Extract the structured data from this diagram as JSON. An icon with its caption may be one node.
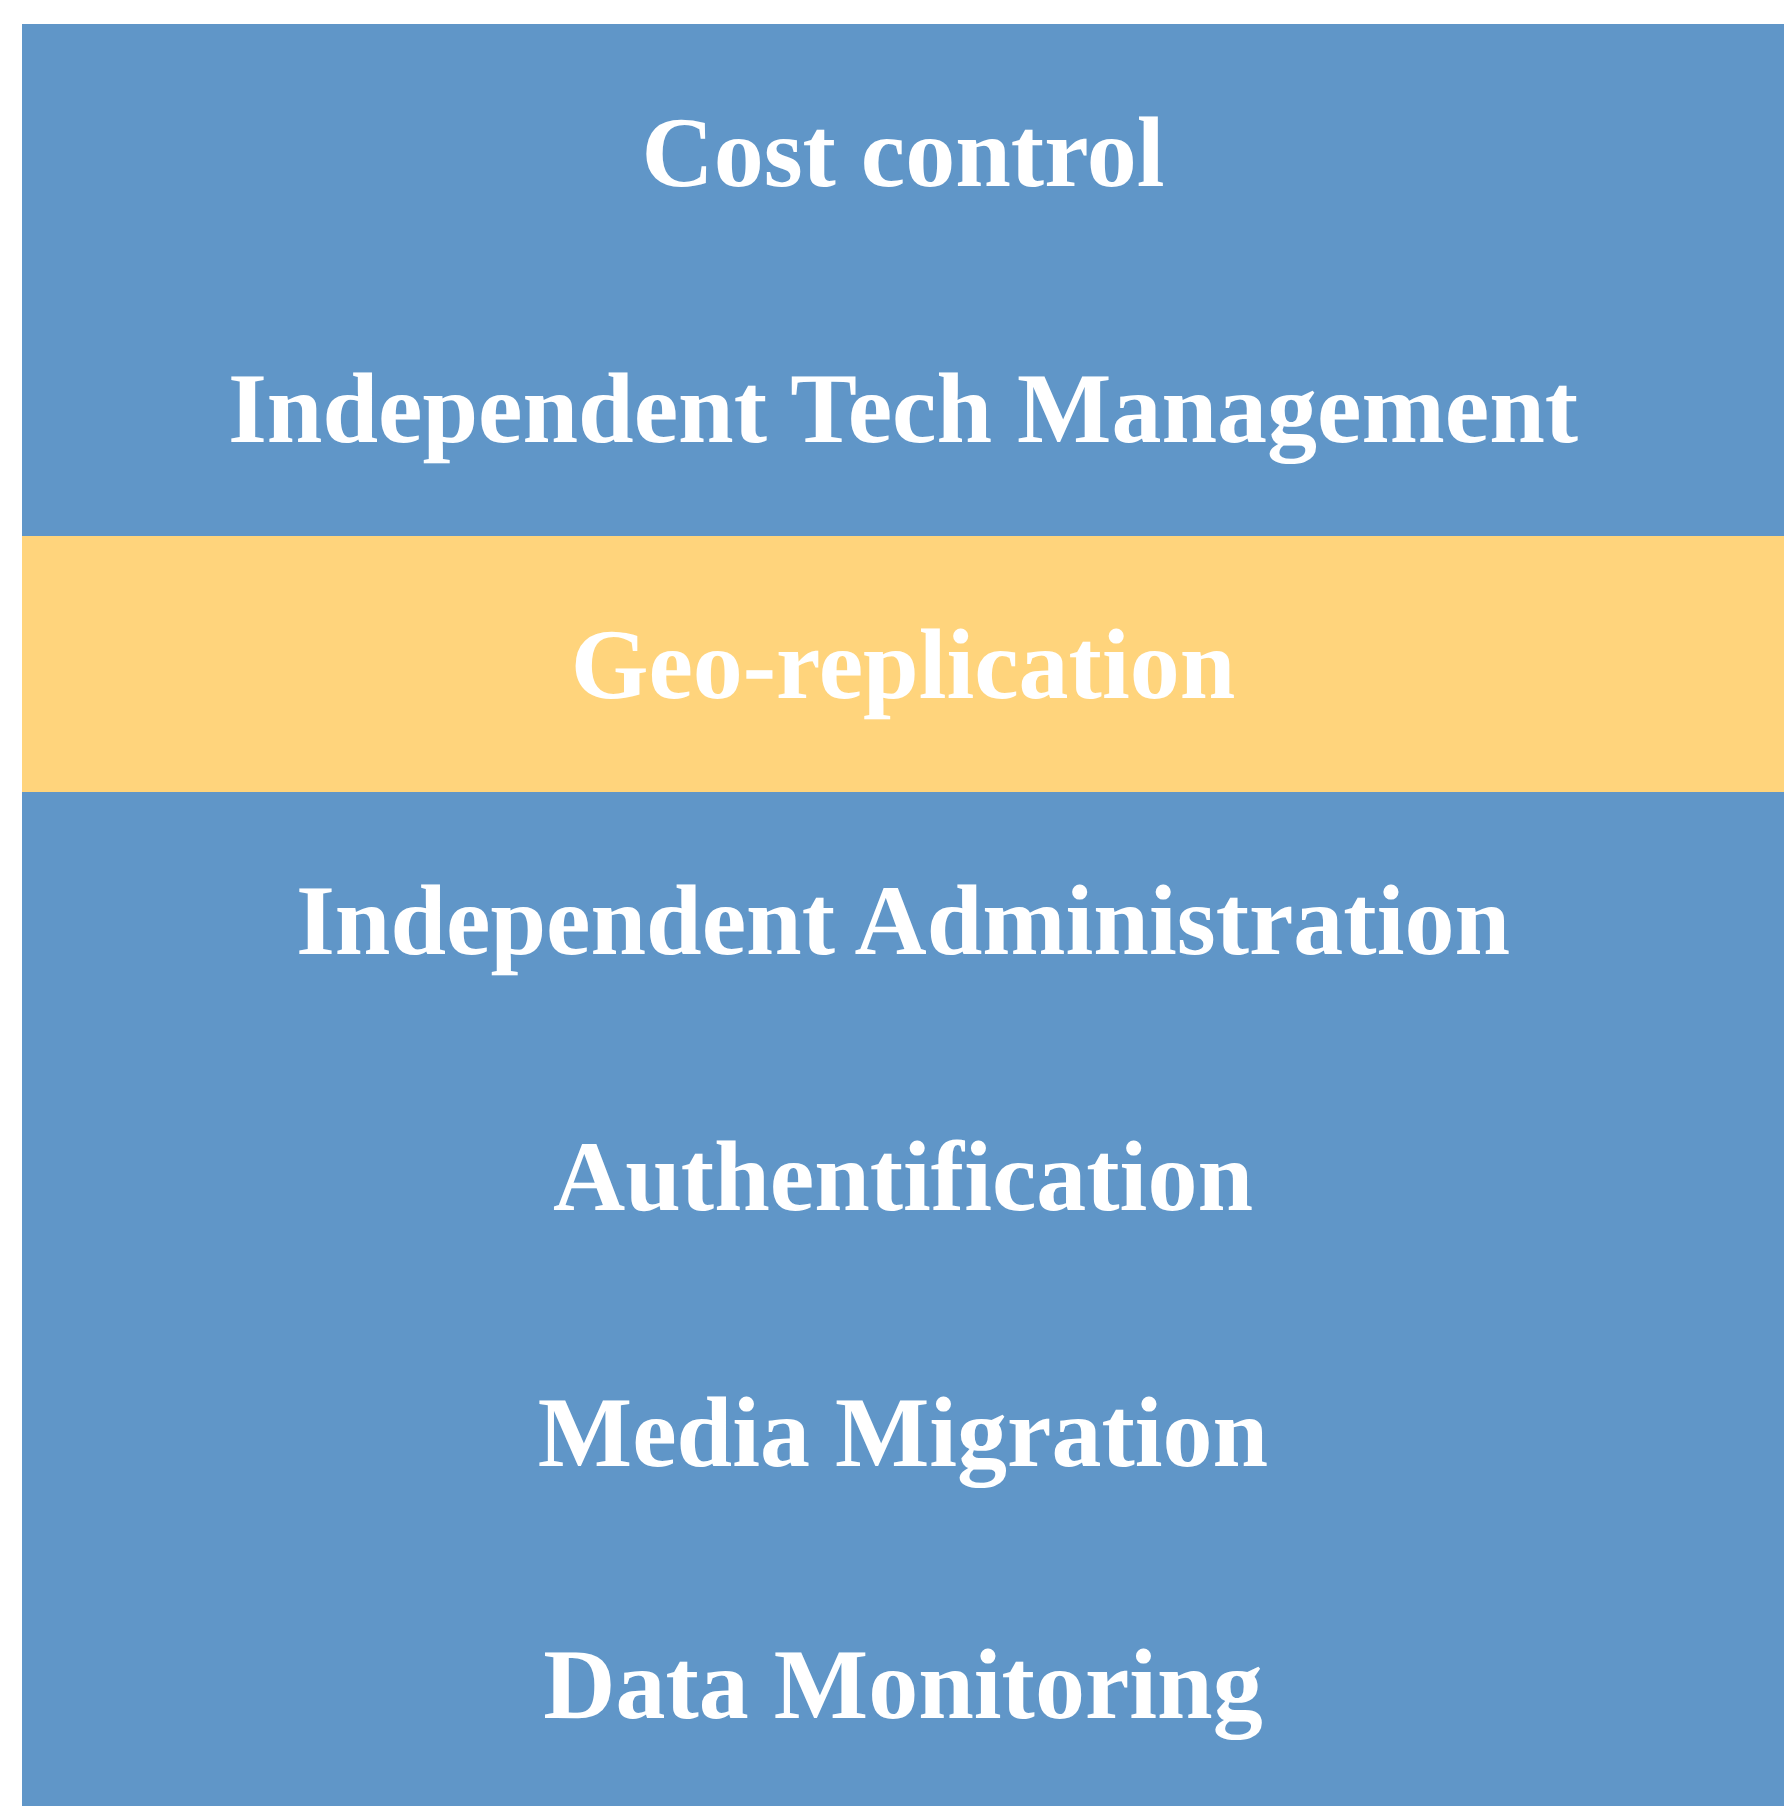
{
  "diagram": {
    "nodes": [
      {
        "text": [
          "Cost control"
        ]
      },
      {
        "text": [
          "Independent Tech Management"
        ]
      },
      {
        "text": [
          "Geo-replication"
        ]
      },
      {
        "text": [
          "Independent Administration"
        ]
      },
      {
        "text": [
          "Authentification"
        ]
      },
      {
        "text": [
          "Media Migration"
        ]
      },
      {
        "text": [
          "Data Monitoring"
        ]
      }
    ]
  }
}
